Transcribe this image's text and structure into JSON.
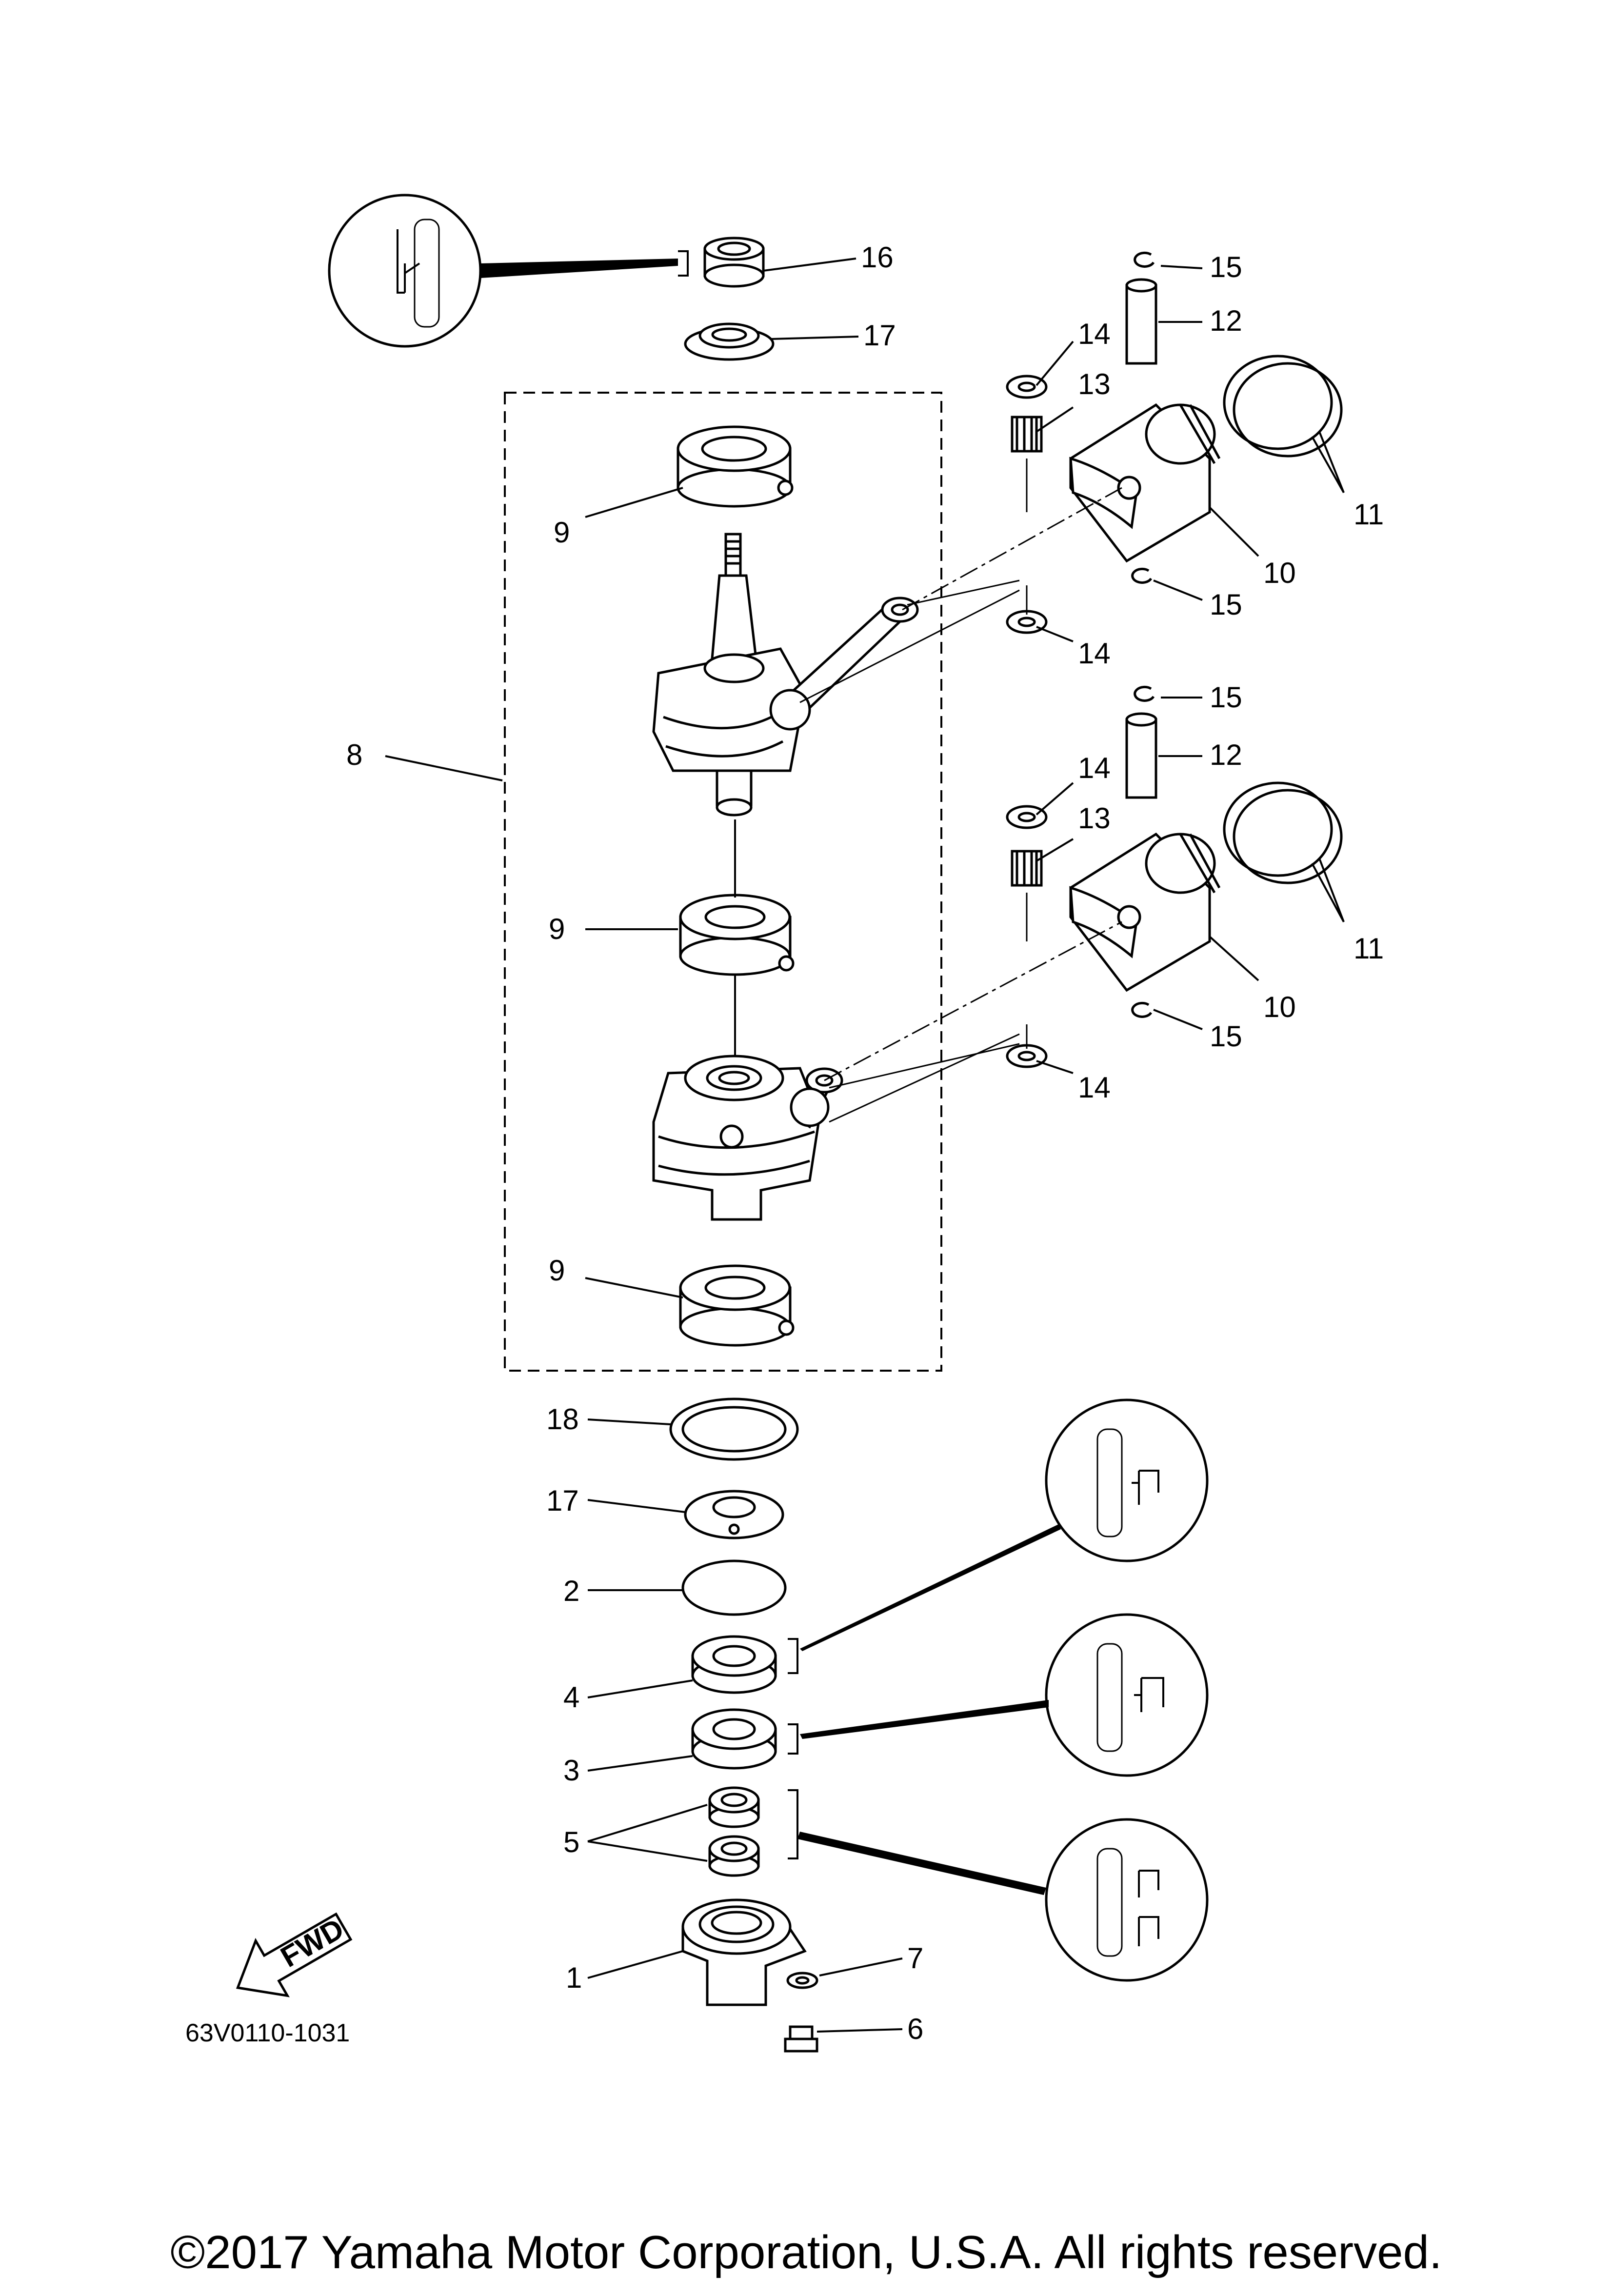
{
  "diagram": {
    "callouts": {
      "c1": "1",
      "c2": "2",
      "c3": "3",
      "c4": "4",
      "c5": "5",
      "c6": "6",
      "c7": "7",
      "c8": "8",
      "c9a": "9",
      "c9b": "9",
      "c9c": "9",
      "c10a": "10",
      "c10b": "10",
      "c11a": "11",
      "c11b": "11",
      "c12a": "12",
      "c12b": "12",
      "c13a": "13",
      "c13b": "13",
      "c14a": "14",
      "c14b": "14",
      "c14c": "14",
      "c14d": "14",
      "c15a": "15",
      "c15b": "15",
      "c15c": "15",
      "c15d": "15",
      "c16": "16",
      "c17a": "17",
      "c17b": "17",
      "c18": "18"
    },
    "fwd_label": "FWD",
    "drawing_code": "63V0110-1031",
    "copyright": "©2017 Yamaha Motor Corporation, U.S.A. All rights reserved."
  }
}
